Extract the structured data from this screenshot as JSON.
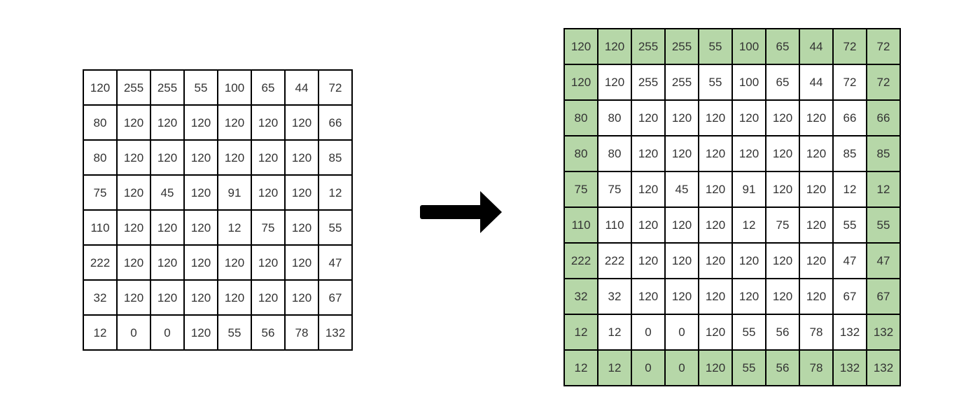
{
  "diagram": {
    "description_icon": "right-arrow-icon",
    "colors": {
      "pad_cell_fill": "#b6d7a8",
      "cell_fill": "#ffffff",
      "grid_border": "#000000",
      "cell_text": "#333333",
      "arrow": "#000000",
      "background": "#ffffff"
    },
    "original_matrix": {
      "rows": 8,
      "cols": 8,
      "values": [
        [
          120,
          255,
          255,
          55,
          100,
          65,
          44,
          72
        ],
        [
          80,
          120,
          120,
          120,
          120,
          120,
          120,
          66
        ],
        [
          80,
          120,
          120,
          120,
          120,
          120,
          120,
          85
        ],
        [
          75,
          120,
          45,
          120,
          91,
          120,
          120,
          12
        ],
        [
          110,
          120,
          120,
          120,
          12,
          75,
          120,
          55
        ],
        [
          222,
          120,
          120,
          120,
          120,
          120,
          120,
          47
        ],
        [
          32,
          120,
          120,
          120,
          120,
          120,
          120,
          67
        ],
        [
          12,
          0,
          0,
          120,
          55,
          56,
          78,
          132
        ]
      ],
      "highlighted_cells": "none"
    },
    "padded_matrix": {
      "rows": 10,
      "cols": 10,
      "values": [
        [
          120,
          120,
          255,
          255,
          55,
          100,
          65,
          44,
          72,
          72
        ],
        [
          120,
          120,
          255,
          255,
          55,
          100,
          65,
          44,
          72,
          72
        ],
        [
          80,
          80,
          120,
          120,
          120,
          120,
          120,
          120,
          66,
          66
        ],
        [
          80,
          80,
          120,
          120,
          120,
          120,
          120,
          120,
          85,
          85
        ],
        [
          75,
          75,
          120,
          45,
          120,
          91,
          120,
          120,
          12,
          12
        ],
        [
          110,
          110,
          120,
          120,
          120,
          12,
          75,
          120,
          55,
          55
        ],
        [
          222,
          222,
          120,
          120,
          120,
          120,
          120,
          120,
          47,
          47
        ],
        [
          32,
          32,
          120,
          120,
          120,
          120,
          120,
          120,
          67,
          67
        ],
        [
          12,
          12,
          0,
          0,
          120,
          55,
          56,
          78,
          132,
          132
        ],
        [
          12,
          12,
          0,
          0,
          120,
          55,
          56,
          78,
          132,
          132
        ]
      ],
      "highlighted_cells": "outer-border-ring"
    }
  }
}
